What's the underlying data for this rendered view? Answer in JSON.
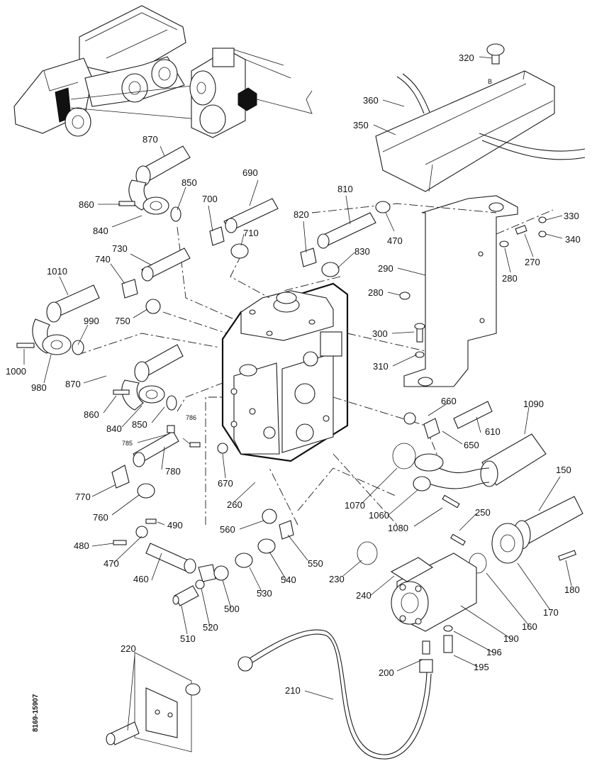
{
  "drawing_code": "8169-15907",
  "callouts": [
    {
      "id": "c320",
      "text": "320"
    },
    {
      "id": "c360",
      "text": "360"
    },
    {
      "id": "c350",
      "text": "350"
    },
    {
      "id": "c330",
      "text": "330"
    },
    {
      "id": "c340",
      "text": "340"
    },
    {
      "id": "c270",
      "text": "270"
    },
    {
      "id": "c280a",
      "text": "280"
    },
    {
      "id": "c290",
      "text": "290"
    },
    {
      "id": "c280b",
      "text": "280"
    },
    {
      "id": "c300",
      "text": "300"
    },
    {
      "id": "c310",
      "text": "310"
    },
    {
      "id": "c870a",
      "text": "870"
    },
    {
      "id": "c850a",
      "text": "850"
    },
    {
      "id": "c860a",
      "text": "860"
    },
    {
      "id": "c840a",
      "text": "840"
    },
    {
      "id": "c690",
      "text": "690"
    },
    {
      "id": "c700",
      "text": "700"
    },
    {
      "id": "c710",
      "text": "710"
    },
    {
      "id": "c810",
      "text": "810"
    },
    {
      "id": "c820",
      "text": "820"
    },
    {
      "id": "c830",
      "text": "830"
    },
    {
      "id": "c470a",
      "text": "470"
    },
    {
      "id": "c730",
      "text": "730"
    },
    {
      "id": "c740",
      "text": "740"
    },
    {
      "id": "c750",
      "text": "750"
    },
    {
      "id": "c1010",
      "text": "1010"
    },
    {
      "id": "c990",
      "text": "990"
    },
    {
      "id": "c1000",
      "text": "1000"
    },
    {
      "id": "c980",
      "text": "980"
    },
    {
      "id": "c870b",
      "text": "870"
    },
    {
      "id": "c860b",
      "text": "860"
    },
    {
      "id": "c840b",
      "text": "840"
    },
    {
      "id": "c850b",
      "text": "850"
    },
    {
      "id": "c786",
      "text": "786"
    },
    {
      "id": "c785",
      "text": "785"
    },
    {
      "id": "c780",
      "text": "780"
    },
    {
      "id": "c670",
      "text": "670"
    },
    {
      "id": "c770",
      "text": "770"
    },
    {
      "id": "c760",
      "text": "760"
    },
    {
      "id": "c260",
      "text": "260"
    },
    {
      "id": "c660",
      "text": "660"
    },
    {
      "id": "c610",
      "text": "610"
    },
    {
      "id": "c650",
      "text": "650"
    },
    {
      "id": "c1090",
      "text": "1090"
    },
    {
      "id": "c1070",
      "text": "1070"
    },
    {
      "id": "c1060",
      "text": "1060"
    },
    {
      "id": "c1080",
      "text": "1080"
    },
    {
      "id": "c150",
      "text": "150"
    },
    {
      "id": "c490",
      "text": "490"
    },
    {
      "id": "c480",
      "text": "480"
    },
    {
      "id": "c470b",
      "text": "470"
    },
    {
      "id": "c460",
      "text": "460"
    },
    {
      "id": "c560",
      "text": "560"
    },
    {
      "id": "c550",
      "text": "550"
    },
    {
      "id": "c540",
      "text": "540"
    },
    {
      "id": "c530",
      "text": "530"
    },
    {
      "id": "c500",
      "text": "500"
    },
    {
      "id": "c510",
      "text": "510"
    },
    {
      "id": "c520",
      "text": "520"
    },
    {
      "id": "c230",
      "text": "230"
    },
    {
      "id": "c240",
      "text": "240"
    },
    {
      "id": "c250",
      "text": "250"
    },
    {
      "id": "c180",
      "text": "180"
    },
    {
      "id": "c170",
      "text": "170"
    },
    {
      "id": "c160",
      "text": "160"
    },
    {
      "id": "c190",
      "text": "190"
    },
    {
      "id": "c196",
      "text": "196"
    },
    {
      "id": "c195",
      "text": "195"
    },
    {
      "id": "c200",
      "text": "200"
    },
    {
      "id": "c210",
      "text": "210"
    },
    {
      "id": "c220",
      "text": "220"
    }
  ]
}
